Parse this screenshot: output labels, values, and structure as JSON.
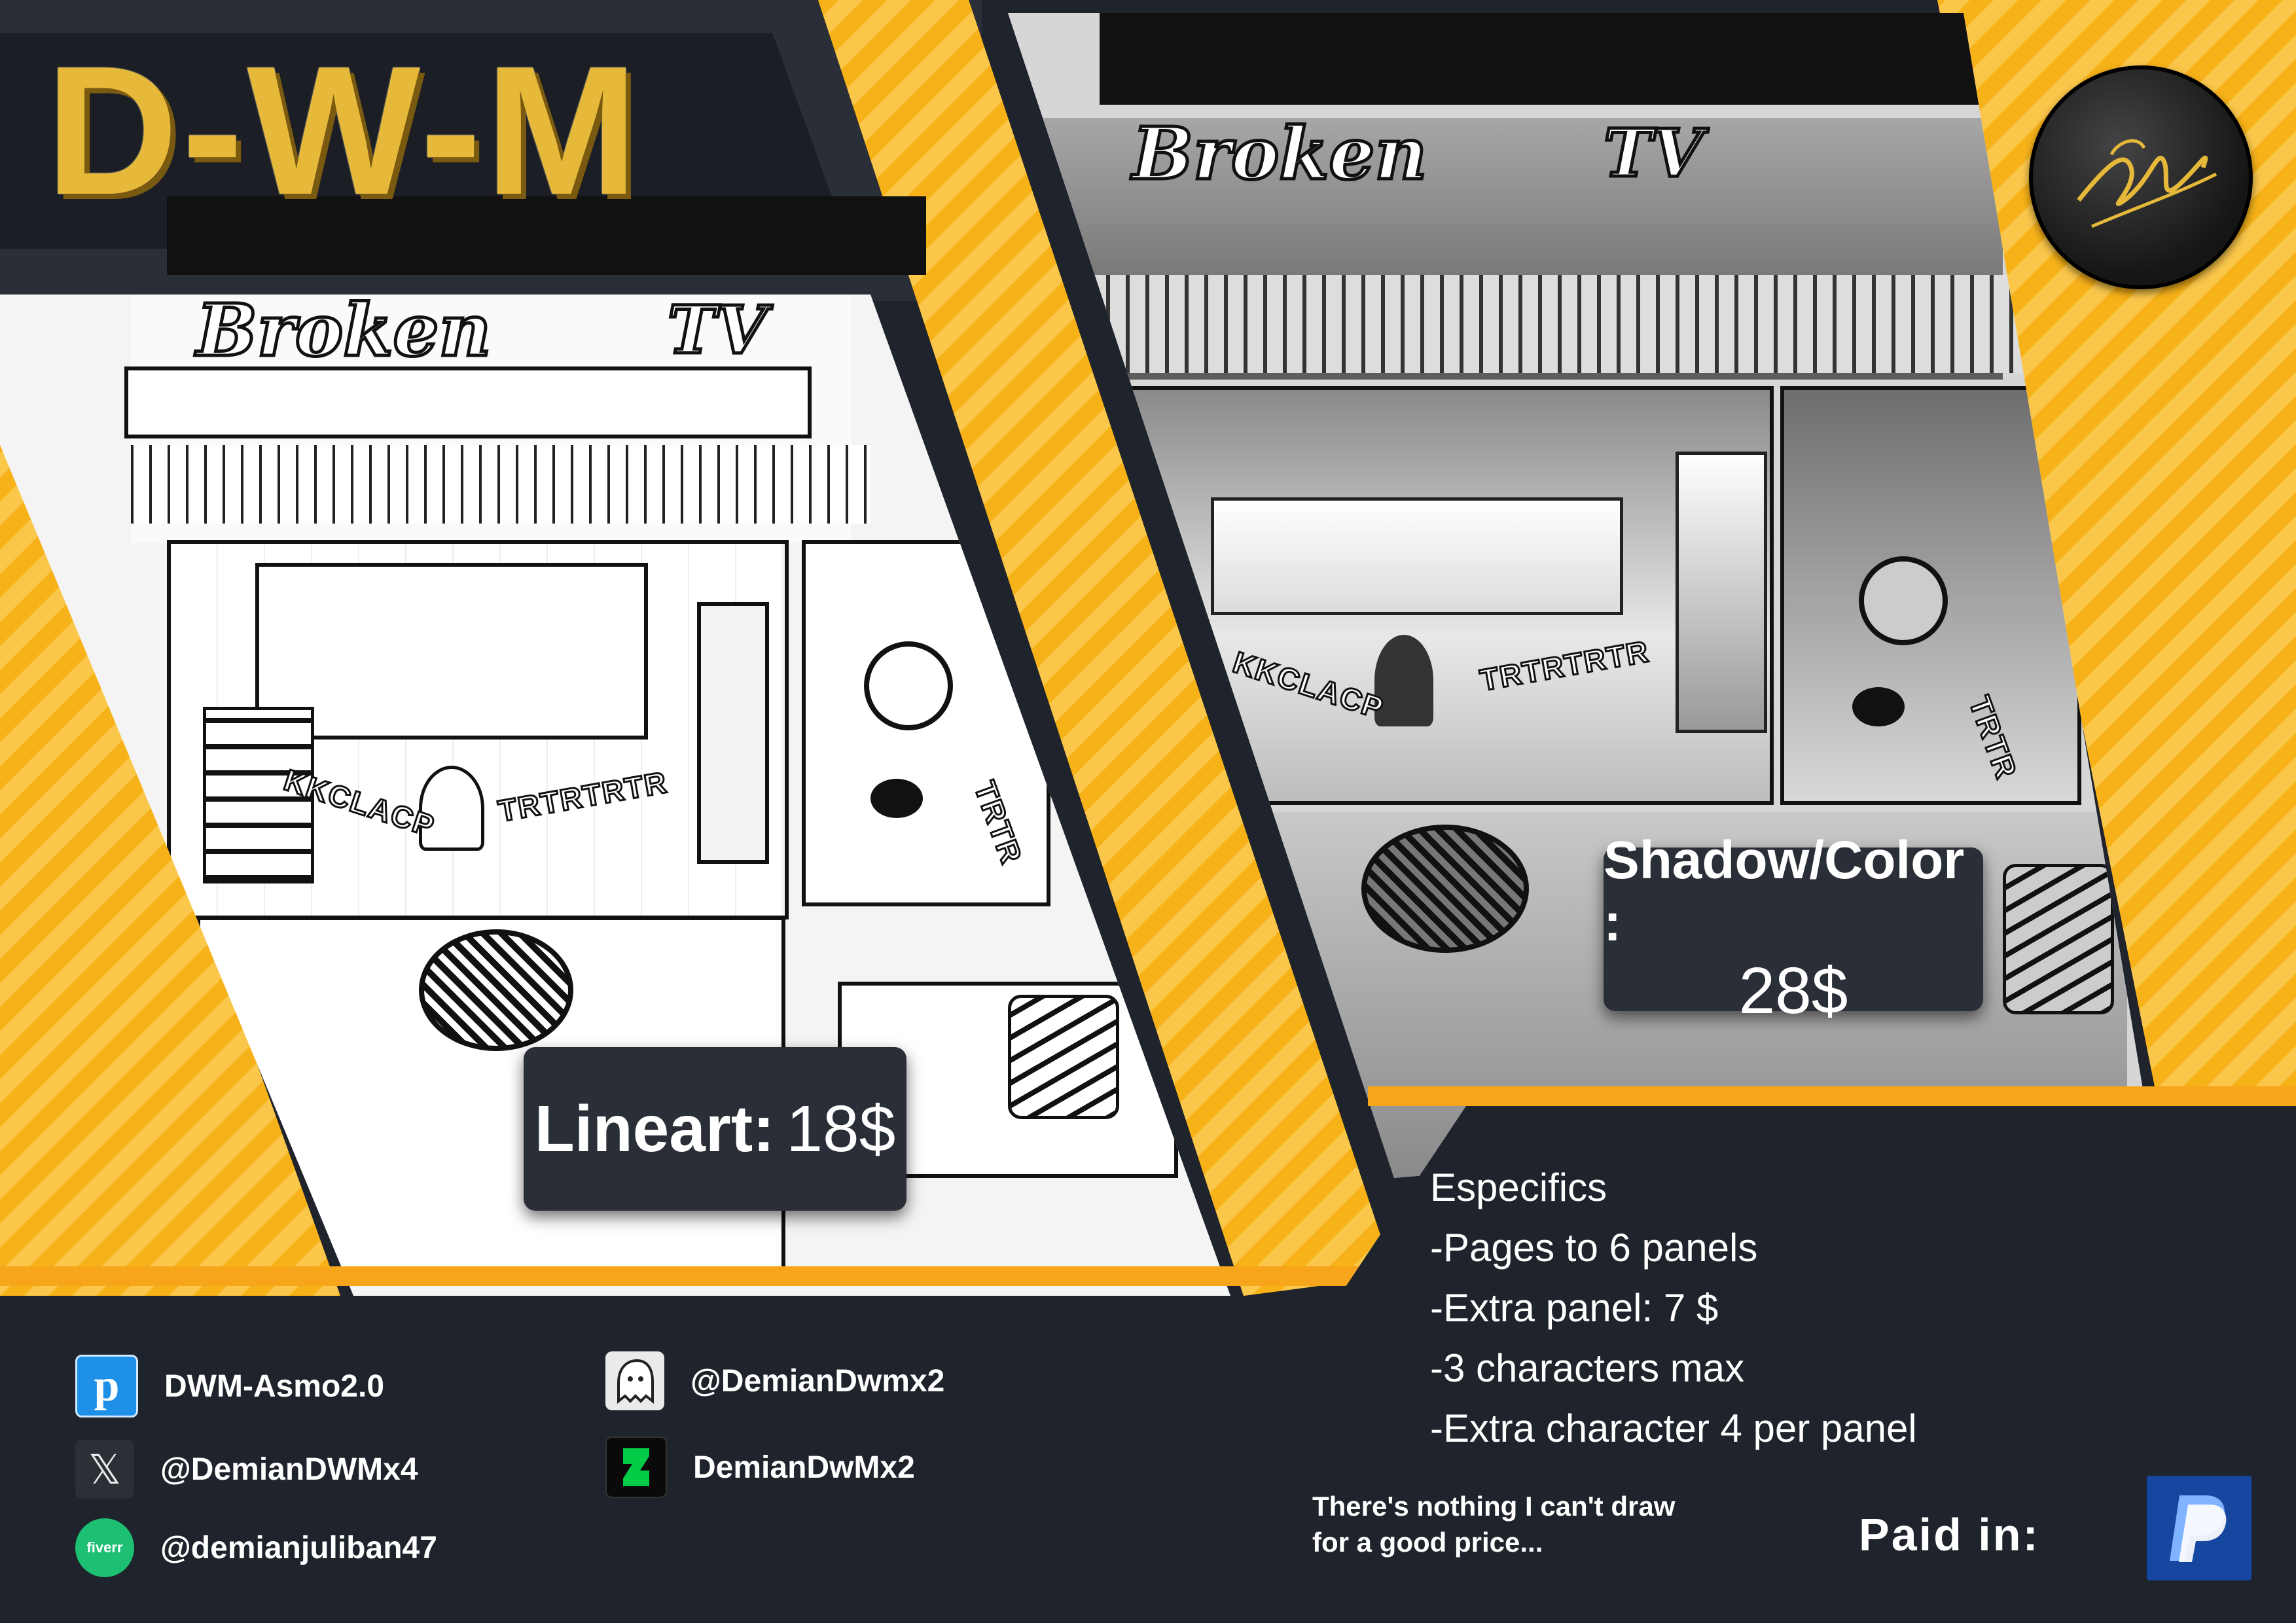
{
  "brand": {
    "title": "D-W-M"
  },
  "comic": {
    "sign_text": "Broken",
    "sign_tv": "TV",
    "sfx_kk": "KKCLACP",
    "sfx_trtrtr": "TRTRTRTR",
    "sfx_trtr": "TRTR"
  },
  "prices": {
    "lineart_label": "Lineart:",
    "lineart_price": "18$",
    "shadow_label": "Shadow/Color :",
    "shadow_price": "28$"
  },
  "specifics": {
    "heading": "Especifics",
    "items": [
      "-Pages to 6 panels",
      "-Extra panel: 7 $",
      "-3 characters max",
      "-Extra character 4 per panel"
    ]
  },
  "tagline": {
    "line1": "There's nothing I can't draw",
    "line2": "for a good price..."
  },
  "payment": {
    "label": "Paid in:",
    "icon": "paypal-icon"
  },
  "socials": [
    {
      "icon": "pixiv-icon",
      "handle": "DWM-Asmo2.0"
    },
    {
      "icon": "x-icon",
      "handle": "@DemianDWMx4"
    },
    {
      "icon": "fiverr-icon",
      "handle": "@demianjuliban47",
      "icon_text": "fiverr"
    },
    {
      "icon": "ghost-icon",
      "handle": "@DemianDwmx2"
    },
    {
      "icon": "deviantart-icon",
      "handle": "DemianDwMx2"
    }
  ],
  "colors": {
    "accent": "#f7b21a",
    "dark": "#1f232b",
    "gold": "#e6b93a",
    "paypal": "#1546a0"
  }
}
